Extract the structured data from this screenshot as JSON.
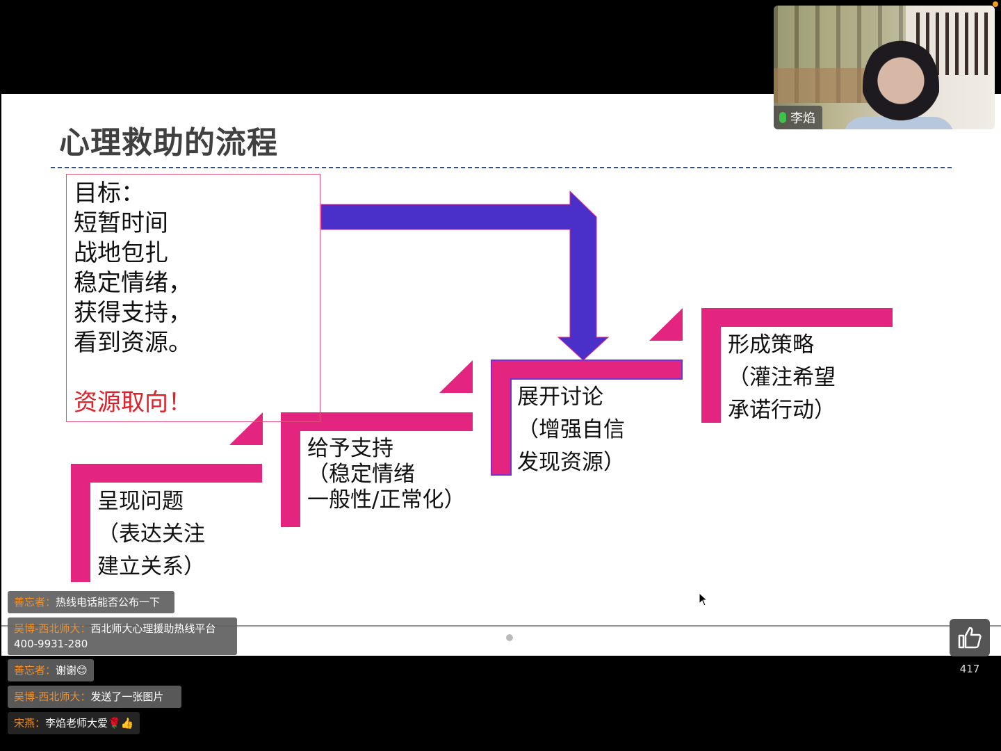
{
  "slide": {
    "title": "心理救助的流程",
    "goal_lines": [
      "目标：",
      "短暂时间",
      "战地包扎",
      "稳定情绪，",
      "获得支持，",
      "看到资源。"
    ],
    "goal_highlight": "资源取向！",
    "steps": [
      {
        "text": "呈现问题\n（表达关注\n建立关系）"
      },
      {
        "text": "给予支持\n（稳定情绪\n一般性/正常化）"
      },
      {
        "text": "展开讨论\n（增强自信\n发现资源）"
      },
      {
        "text": "形成策略\n（灌注希望\n承诺行动）"
      }
    ],
    "colors": {
      "step": "#e3257f",
      "arrow": "#4b2fc9",
      "outline": "#7a2fd0"
    }
  },
  "video": {
    "speaker_name": "李焰"
  },
  "chat": [
    {
      "user": "善忘者：",
      "text": "热线电话能否公布一下"
    },
    {
      "user": "吴博-西北师大：",
      "text": "西北师大心理援助热线平台 400-9931-280"
    },
    {
      "user": "善忘者：",
      "text": "谢谢😊"
    },
    {
      "user": "吴博-西北师大：",
      "text": "发送了一张图片"
    },
    {
      "user": "宋燕：",
      "text": "李焰老师大爱🌹👍"
    }
  ],
  "like": {
    "count": "417"
  }
}
